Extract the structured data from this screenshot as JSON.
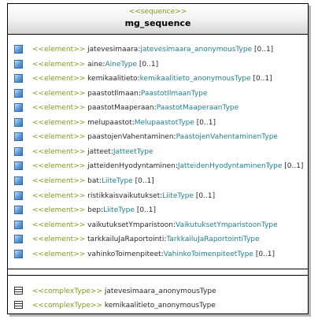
{
  "header": {
    "stereotype": "<<sequence>>",
    "title": "mg_sequence"
  },
  "element_stereotype": "<<element>>",
  "elements": [
    {
      "name": "jatevesimaara",
      "type": "jatevesimaara_anonymousType",
      "multiplicity": "[0..1]"
    },
    {
      "name": "aine",
      "type": "AineType",
      "multiplicity": "[0..1]"
    },
    {
      "name": "kemikaalitieto",
      "type": "kemikaalitieto_anonymousType",
      "multiplicity": "[0..1]"
    },
    {
      "name": "paastotIlmaan",
      "type": "PaastotIlmaanType",
      "multiplicity": ""
    },
    {
      "name": "paastotMaaperaan",
      "type": "PaastotMaaperaanType",
      "multiplicity": ""
    },
    {
      "name": "melupaastot",
      "type": "MelupaastotType",
      "multiplicity": "[0..1]"
    },
    {
      "name": "paastojenVahentaminen",
      "type": "PaastojenVahentaminenType",
      "multiplicity": ""
    },
    {
      "name": "jatteet",
      "type": "JatteetType",
      "multiplicity": ""
    },
    {
      "name": "jatteidenHyodyntaminen",
      "type": "JatteidenHyodyntaminenType",
      "multiplicity": "[0..1]"
    },
    {
      "name": "bat",
      "type": "LiiteType",
      "multiplicity": "[0..1]"
    },
    {
      "name": "ristikkaisvaikutukset",
      "type": "LiiteType",
      "multiplicity": "[0..1]"
    },
    {
      "name": "bep",
      "type": "LiiteType",
      "multiplicity": "[0..1]"
    },
    {
      "name": "vaikutuksetYmparistoon",
      "type": "VaikutuksetYmparistoonType",
      "multiplicity": ""
    },
    {
      "name": "tarkkailuJaRaportointi",
      "type": "TarkkailuJaRaportointiType",
      "multiplicity": ""
    },
    {
      "name": "vahinkoToimenpiteet",
      "type": "VahinkoToimenpiteetType",
      "multiplicity": "[0..1]"
    }
  ],
  "complex_type_stereotype": "<<complexType>>",
  "complex_types": [
    {
      "name": "jatevesimaara_anonymousType"
    },
    {
      "name": "kemikaalitieto_anonymousType"
    }
  ],
  "colors": {
    "stereotype": "#7e9a1e",
    "type": "#1f7f8f",
    "text": "#2a2a2a",
    "element_icon": "#3a78bd"
  },
  "icons": {
    "element": "element-icon",
    "complex_type": "complex-type-icon"
  }
}
